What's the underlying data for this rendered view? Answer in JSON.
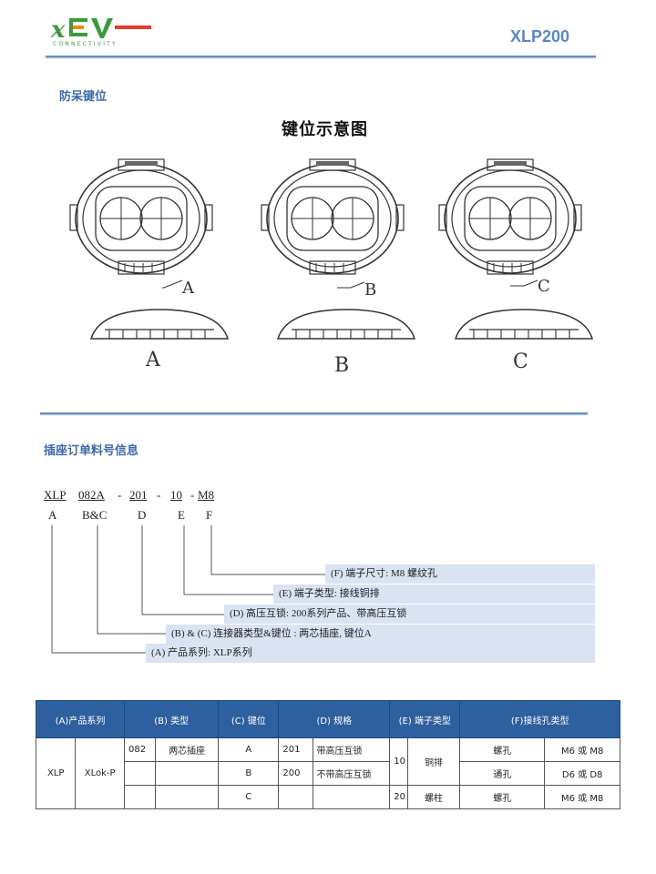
{
  "header": {
    "logo_text": "xEV",
    "logo_subtext": "CONNECTIVITY",
    "page_code": "XLP200"
  },
  "keying_section": {
    "title": "防呆键位",
    "diagram_title": "键位示意图",
    "keys": [
      {
        "side_label": "A",
        "bottom_label": "A"
      },
      {
        "side_label": "B",
        "bottom_label": "B"
      },
      {
        "side_label": "C",
        "bottom_label": "C"
      }
    ]
  },
  "order_section": {
    "title": "插座订单料号信息",
    "code_segments": [
      "XLP",
      "082A",
      "201",
      "10",
      "M8"
    ],
    "separators": [
      "-",
      "-",
      "-"
    ],
    "letters": [
      "A",
      "B&C",
      "D",
      "E",
      "F"
    ],
    "legend": [
      {
        "text": "(F) 端子尺寸: M8 螺纹孔"
      },
      {
        "text": "(E) 端子类型: 接线铜排"
      },
      {
        "text": "(D) 高压互锁:  200系列产品、带高压互锁"
      },
      {
        "text": "(B) & (C) 连接器类型&键位 : 两芯插座, 键位A"
      },
      {
        "text": "(A) 产品系列: XLP系列"
      }
    ]
  },
  "spec_table": {
    "headers": [
      "(A)产品系列",
      "(B) 类型",
      "(C) 键位",
      "(D) 规格",
      "(E) 端子类型",
      "(F)接线孔类型"
    ],
    "series": "XLP",
    "series_sub": "XLok-P",
    "type_code": "082",
    "type_name": "两芯插座",
    "keys": [
      "A",
      "B",
      "C"
    ],
    "specs": [
      {
        "code": "201",
        "desc": "带高压互锁"
      },
      {
        "code": "200",
        "desc": "不带高压互锁"
      }
    ],
    "terminals": [
      {
        "code": "10",
        "name": "铜排"
      },
      {
        "code": "20",
        "name": "螺柱"
      }
    ],
    "holes": [
      {
        "type": "螺孔",
        "size": "M6 或 M8"
      },
      {
        "type": "通孔",
        "size": "D6 或 D8"
      },
      {
        "type": "螺孔",
        "size": "M6 或 M8"
      }
    ]
  }
}
